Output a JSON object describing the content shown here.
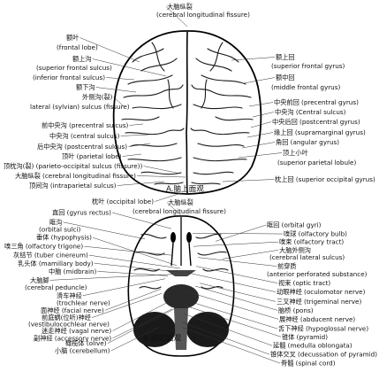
{
  "top_view": {
    "caption": "A.脑上面观",
    "labels": [
      {
        "key": "fissure_top",
        "text": "大脑纵裂"
      },
      {
        "key": "fissure_top_en",
        "text": "(cerebral longitudinal fissure)"
      },
      {
        "key": "frontal_lobe_cn",
        "text": "额叶"
      },
      {
        "key": "frontal_lobe_en",
        "text": "(frontal lobe)"
      },
      {
        "key": "sup_front_sulcus_cn",
        "text": "额上沟"
      },
      {
        "key": "sup_front_sulcus_en",
        "text": "(superior frontal sulcus)"
      },
      {
        "key": "inf_front_sulcus_en",
        "text": "(inferior frontal sulcus)"
      },
      {
        "key": "inf_front_sulcus_cn",
        "text": "额下沟"
      },
      {
        "key": "lateral_sulcus_cn",
        "text": "外侧沟(裂)"
      },
      {
        "key": "lateral_sulcus_en",
        "text": "lateral (sylvian) sulcus (fissure)"
      },
      {
        "key": "precentral_sulcus",
        "text": "前中央沟 (precentral sulcus)"
      },
      {
        "key": "central_sulcus",
        "text": "中央沟 (central sulcus)"
      },
      {
        "key": "postcentral_sulcus",
        "text": "后中央沟 (postcentral sulcus)"
      },
      {
        "key": "parietal_lobe",
        "text": "顶叶 (parietal lobe)"
      },
      {
        "key": "parieto_occipital",
        "text": "顶枕沟(裂) (parieto-occipital sulcus (fissure))"
      },
      {
        "key": "fissure_lower",
        "text": "大脑纵裂 (cerebral longitudinal fissure)"
      },
      {
        "key": "intraparietal",
        "text": "顶间沟 (intraparietal sulcus)"
      },
      {
        "key": "occipital_lobe",
        "text": "枕叶 (occipital lobe)"
      },
      {
        "key": "sup_front_gyrus_cn",
        "text": "额上回"
      },
      {
        "key": "sup_front_gyrus_en",
        "text": "(superior frontal gyrus)"
      },
      {
        "key": "mid_front_gyrus_cn",
        "text": "额中回"
      },
      {
        "key": "mid_front_gyrus_en",
        "text": "(middle frontal gyrus)"
      },
      {
        "key": "precentral_gyrus",
        "text": "中央前回 (precentral gyrus)"
      },
      {
        "key": "central_sulcus_r",
        "text": "中央沟 (Central sulcus)"
      },
      {
        "key": "postcentral_gyrus",
        "text": "中央后回 (postcentral gyrus)"
      },
      {
        "key": "supramarginal",
        "text": "缘上回 (supramarginal gyrus)"
      },
      {
        "key": "angular",
        "text": "角回 (angular gyrus)"
      },
      {
        "key": "sup_parietal_cn",
        "text": "顶上小叶"
      },
      {
        "key": "sup_parietal_en",
        "text": "(superior parietal lobule)"
      },
      {
        "key": "sup_occipital",
        "text": "枕上回 (superior occipital gyrus)"
      }
    ]
  },
  "bottom_view": {
    "caption": "B.脑底面观",
    "labels": [
      {
        "key": "fissure_cn",
        "text": "大脑纵裂"
      },
      {
        "key": "fissure_en",
        "text": "(cerebral longitudinal fissure)"
      },
      {
        "key": "gyrus_rectus",
        "text": "直回 (gyrus rectus)"
      },
      {
        "key": "orbital_sulci_cn",
        "text": "眶沟"
      },
      {
        "key": "orbital_sulci_en",
        "text": "(orbital sulci)"
      },
      {
        "key": "hypophysis",
        "text": "垂体 (hypophysis)"
      },
      {
        "key": "olf_trigone",
        "text": "嗅三角 (olfactory trigone)"
      },
      {
        "key": "tuber_cinereum",
        "text": "灰结节 (tuber cinereum)"
      },
      {
        "key": "mamillary",
        "text": "乳头体 (mamillary body)"
      },
      {
        "key": "midbrain",
        "text": "中脑 (midbrain)"
      },
      {
        "key": "ped_cn",
        "text": "大脑脚"
      },
      {
        "key": "ped_en",
        "text": "(cerebral peduncle)"
      },
      {
        "key": "trochlear_cn",
        "text": "滑车神经"
      },
      {
        "key": "trochlear_en",
        "text": "(trochlear nerve)"
      },
      {
        "key": "facial",
        "text": "面神经 (facial nerve)"
      },
      {
        "key": "vestibulo_cn",
        "text": "前庭蜗(位听)神经"
      },
      {
        "key": "vestibulo_en",
        "text": "(vestibulocochlear nerve)"
      },
      {
        "key": "vagal",
        "text": "迷走神经 (vagal nerve)"
      },
      {
        "key": "accessory",
        "text": "副神经 (accessory nerve)"
      },
      {
        "key": "olive",
        "text": "橄榄体 (olive)"
      },
      {
        "key": "cerebellum",
        "text": "小脑 (cerebellum)"
      },
      {
        "key": "orbital_gyri",
        "text": "眶回 (orbital gyri)"
      },
      {
        "key": "olf_bulb",
        "text": "嗅球 (olfactory bulb)"
      },
      {
        "key": "olf_tract",
        "text": "嗅束 (olfactory tract)"
      },
      {
        "key": "lat_olf_cn",
        "text": "大脑外侧沟"
      },
      {
        "key": "lat_olf_en",
        "text": "(cerebral lateral sulcus)"
      },
      {
        "key": "ant_perf_cn",
        "text": "前穿质"
      },
      {
        "key": "ant_perf_en",
        "text": "(anterior perforated substance)"
      },
      {
        "key": "optic",
        "text": "视束 (optic tract)"
      },
      {
        "key": "oculomotor",
        "text": "动眼神经 (oculomotor nerve)"
      },
      {
        "key": "trigeminal",
        "text": "三叉神经 (trigeminal nerve)"
      },
      {
        "key": "pons",
        "text": "脑桥 (pons)"
      },
      {
        "key": "abducent",
        "text": "展神经 (abducent nerve)"
      },
      {
        "key": "hypoglossal",
        "text": "舌下神经 (hypoglossal nerve)"
      },
      {
        "key": "pyramid",
        "text": "锥体 (pyramid)"
      },
      {
        "key": "medulla",
        "text": "延髓 (medulla oblongata)"
      },
      {
        "key": "decussation",
        "text": "锥体交叉 (decussation of pyramid)"
      },
      {
        "key": "spinal_cord",
        "text": "脊髓 (spinal cord)"
      }
    ]
  }
}
